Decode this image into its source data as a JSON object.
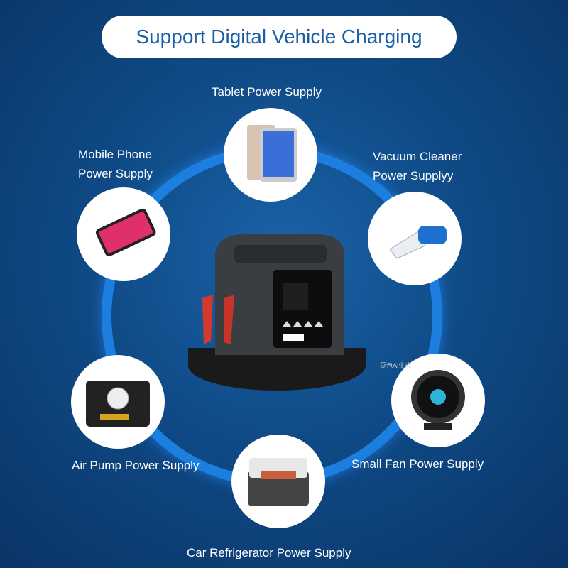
{
  "title": "Support Digital Vehicle Charging",
  "labels": {
    "tablet": "Tablet Power Supply",
    "phone_1": "Mobile Phone",
    "phone_2": "Power Supply",
    "vacuum_1": "Vacuum Cleaner",
    "vacuum_2": "Power Supplyy",
    "airpump": "Air Pump Power Supply",
    "fan": "Small Fan Power Supply",
    "fridge": "Car Refrigerator Power Supply"
  },
  "watermark": "豆包AI生成",
  "colors": {
    "ring": "#1c7fe0",
    "title": "#1a5ea6"
  }
}
